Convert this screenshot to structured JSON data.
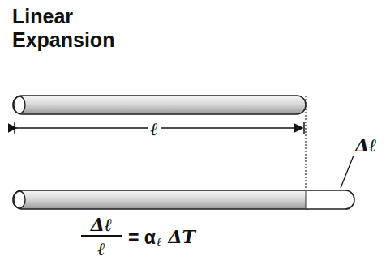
{
  "diagram": {
    "title": "Linear Expansion",
    "labels": [
      "ℓ",
      "Δℓ",
      "Δℓ",
      "ℓ",
      "= α",
      "ℓ",
      "ΔT"
    ]
  }
}
